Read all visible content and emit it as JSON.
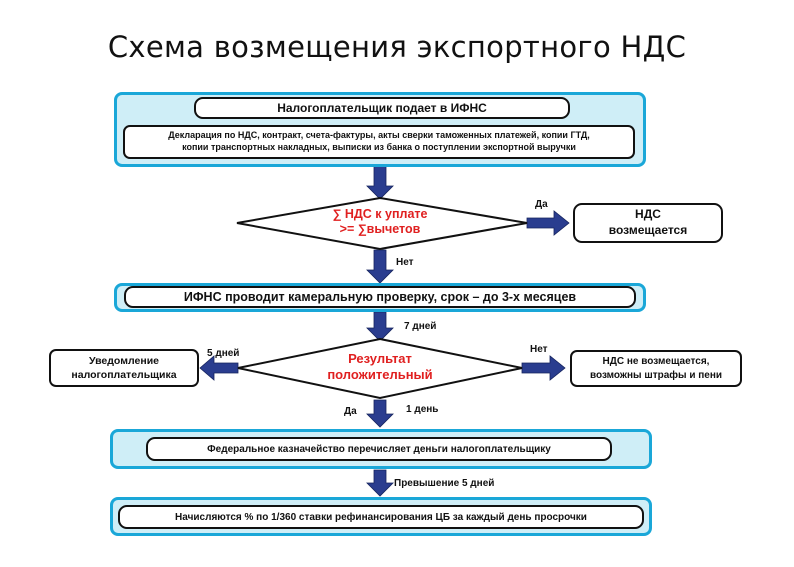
{
  "title": "Схема возмещения экспортного НДС",
  "colors": {
    "panel_fill": "#cfeef7",
    "panel_border": "#1aa7d8",
    "arrow": "#2a3d8f",
    "decision_text": "#e02020"
  },
  "step1": {
    "header": "Налогоплательщик подает в ИФНС",
    "documents_line1": "Декларация по НДС, контракт, счета-фактуры, акты сверки таможенных платежей, копии ГТД,",
    "documents_line2": "копии транспортных накладных, выписки из банка о поступлении экспортной выручки"
  },
  "decision1": {
    "line1": "∑ НДС к уплате",
    "line2": ">= ∑вычетов",
    "yes_label": "Да",
    "no_label": "Нет"
  },
  "vat_refunded": {
    "line1": "НДС",
    "line2": "возмещается"
  },
  "step2": {
    "text": "ИФНС проводит камеральную проверку, срок – до 3-х месяцев"
  },
  "label_7days": "7 дней",
  "decision2": {
    "line1": "Результат",
    "line2": "положительный",
    "yes_label": "Да",
    "no_label": "Нет",
    "left_label": "5 дней",
    "down_label": "1 день"
  },
  "notification": {
    "line1": "Уведомление",
    "line2": "налогоплательщика"
  },
  "not_refunded": {
    "line1": "НДС не возмещается,",
    "line2": "возможны штрафы и пени"
  },
  "step3": {
    "text": "Федеральное казначейство перечисляет деньги налогоплательщику"
  },
  "label_exceed": "Превышение 5 дней",
  "step4": {
    "text": "Начисляются % по 1/360 ставки рефинансирования ЦБ за каждый день просрочки"
  }
}
